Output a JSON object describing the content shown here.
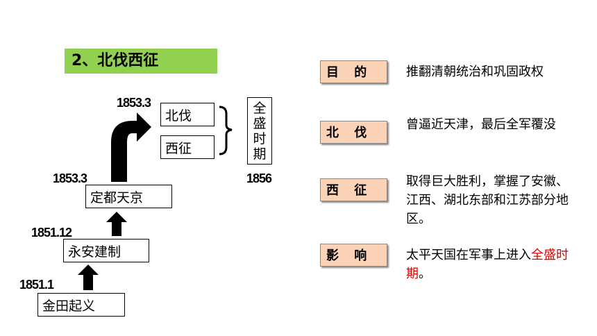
{
  "title": "2、北伐西征",
  "flow": {
    "step1": {
      "date": "1851.1",
      "label": "金田起义"
    },
    "step2": {
      "date": "1851.12",
      "label": "永安建制"
    },
    "step3": {
      "date": "1853.3",
      "label": "定都天京"
    },
    "step4": {
      "date": "1853.3",
      "label_a": "北伐",
      "label_b": "西征"
    },
    "peak": {
      "chars": [
        "全",
        "盛",
        "时",
        "期"
      ],
      "date": "1856"
    }
  },
  "rows": [
    {
      "label": "目 的",
      "text": "推翻清朝统治和巩固政权"
    },
    {
      "label": "北 伐",
      "text": "曾逼近天津，最后全军覆没"
    },
    {
      "label": "西 征",
      "text": "取得巨大胜利，掌握了安徽、江西、湖北东部和江苏部分地区。"
    },
    {
      "label": "影 响",
      "text_before": "太平天国在军事上进入",
      "text_highlight": "全盛时期",
      "text_after": "。"
    }
  ],
  "colors": {
    "title_bg": "#92d050",
    "label_bg": "#fbd3b6",
    "highlight": "#e00000"
  }
}
